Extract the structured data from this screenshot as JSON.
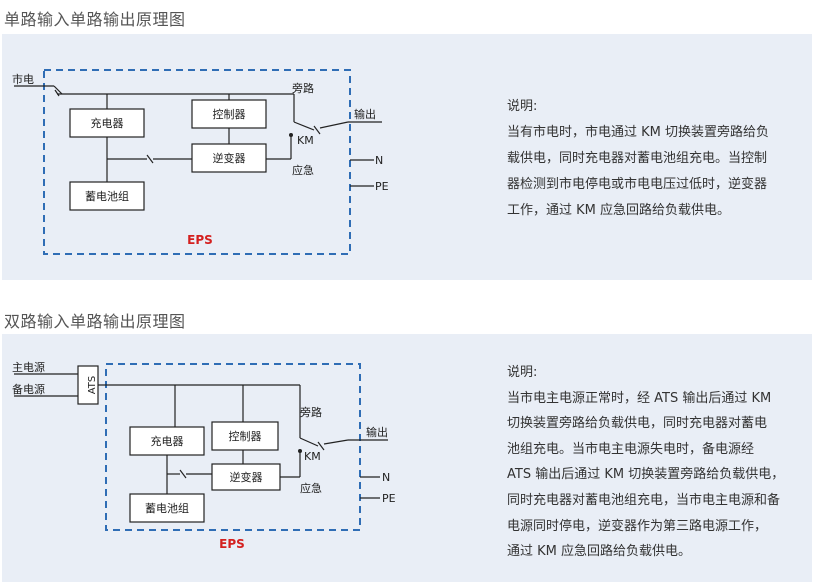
{
  "colors": {
    "panel_bg": "#e9eef6",
    "dash_border": "#2f6db5",
    "eps_red": "#d4201f",
    "line": "#222222"
  },
  "section1": {
    "title": "单路输入单路输出原理图",
    "labels": {
      "mains": "市电",
      "charger": "充电器",
      "controller": "控制器",
      "inverter": "逆变器",
      "battery": "蓄电池组",
      "bypass": "旁路",
      "km": "KM",
      "emergency": "应急",
      "output": "输出",
      "n": "N",
      "pe": "PE",
      "eps": "EPS"
    },
    "desc_heading": "说明:",
    "desc_lines": [
      "当有市电时，市电通过 KM 切换装置旁路给负",
      "载供电，同时充电器对蓄电池组充电。当控制",
      "器检测到市电停电或市电电压过低时，逆变器",
      "工作，通过 KM 应急回路给负载供电。"
    ]
  },
  "section2": {
    "title": "双路输入单路输出原理图",
    "labels": {
      "main_power": "主电源",
      "backup_power": "备电源",
      "ats": "ATS",
      "charger": "充电器",
      "controller": "控制器",
      "inverter": "逆变器",
      "battery": "蓄电池组",
      "bypass": "旁路",
      "km": "KM",
      "emergency": "应急",
      "output": "输出",
      "n": "N",
      "pe": "PE",
      "eps": "EPS"
    },
    "desc_heading": "说明:",
    "desc_lines": [
      "当市电主电源正常时，经 ATS 输出后通过 KM",
      "切换装置旁路给负载供电，同时充电器对蓄电",
      "池组充电。当市电主电源失电时，备电源经",
      "ATS 输出后通过 KM 切换装置旁路给负载供电，",
      "同时充电器对蓄电池组充电，当市电主电源和备",
      "电源同时停电，逆变器作为第三路电源工作，",
      "通过 KM 应急回路给负载供电。"
    ]
  }
}
